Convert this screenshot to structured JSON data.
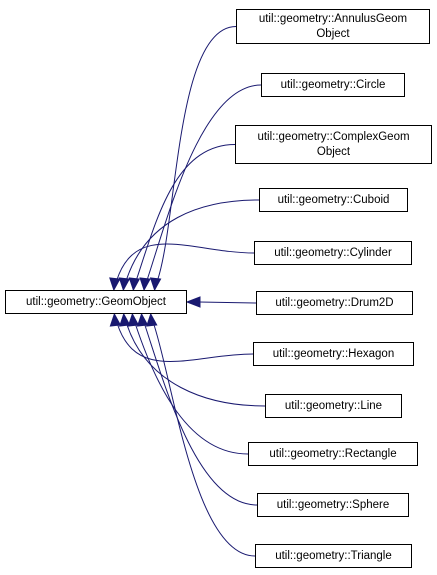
{
  "diagram": {
    "base": {
      "id": "geomobject",
      "label": "util::geometry::GeomObject"
    },
    "derived": [
      {
        "id": "annulus",
        "label": "util::geometry::AnnulusGeom\nObject"
      },
      {
        "id": "circle",
        "label": "util::geometry::Circle"
      },
      {
        "id": "complex",
        "label": "util::geometry::ComplexGeom\nObject"
      },
      {
        "id": "cuboid",
        "label": "util::geometry::Cuboid"
      },
      {
        "id": "cylinder",
        "label": "util::geometry::Cylinder"
      },
      {
        "id": "drum2d",
        "label": "util::geometry::Drum2D"
      },
      {
        "id": "hexagon",
        "label": "util::geometry::Hexagon"
      },
      {
        "id": "line",
        "label": "util::geometry::Line"
      },
      {
        "id": "rectangle",
        "label": "util::geometry::Rectangle"
      },
      {
        "id": "sphere",
        "label": "util::geometry::Sphere"
      },
      {
        "id": "triangle",
        "label": "util::geometry::Triangle"
      }
    ],
    "colors": {
      "edge": "#191970",
      "node_border": "#000000",
      "node_fill": "#ffffff",
      "text": "#000000"
    }
  }
}
